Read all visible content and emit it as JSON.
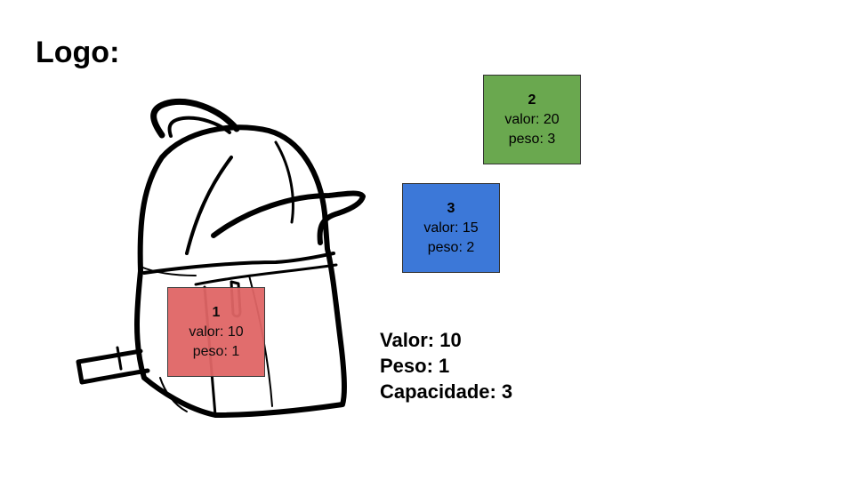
{
  "title": "Logo:",
  "items": [
    {
      "id": "1",
      "valor_label": "valor: 10",
      "peso_label": "peso: 1",
      "color": "#e06666"
    },
    {
      "id": "2",
      "valor_label": "valor: 20",
      "peso_label": "peso: 3",
      "color": "#6aa84f"
    },
    {
      "id": "3",
      "valor_label": "valor: 15",
      "peso_label": "peso: 2",
      "color": "#3c78d8"
    }
  ],
  "stats": {
    "valor": "Valor: 10",
    "peso": "Peso: 1",
    "capacidade": "Capacidade: 3"
  },
  "icons": {
    "backpack": "backpack-illustration"
  }
}
